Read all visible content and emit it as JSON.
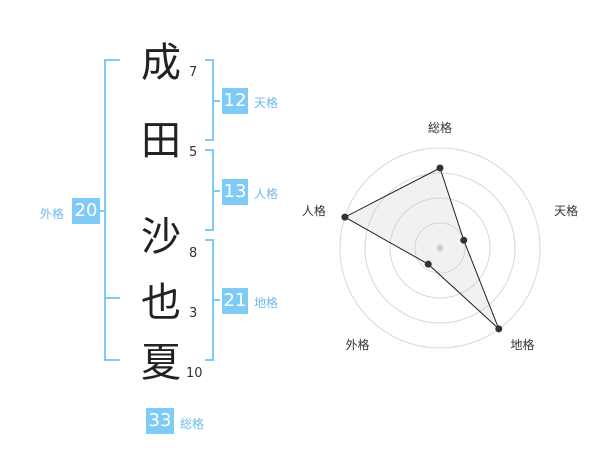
{
  "name": {
    "chars": [
      {
        "char": "成",
        "strokes": "7"
      },
      {
        "char": "田",
        "strokes": "5"
      },
      {
        "char": "沙",
        "strokes": "8"
      },
      {
        "char": "也",
        "strokes": "3"
      },
      {
        "char": "夏",
        "strokes": "10"
      }
    ]
  },
  "kakusu": {
    "tenkaku": {
      "value": "12",
      "label": "天格"
    },
    "jinkaku": {
      "value": "13",
      "label": "人格"
    },
    "chikaku": {
      "value": "21",
      "label": "地格"
    },
    "gaikaku": {
      "value": "20",
      "label": "外格"
    },
    "soukaku": {
      "value": "33",
      "label": "総格"
    }
  },
  "colors": {
    "accent": "#7ecbf6",
    "accent_text": "#6cbbe8",
    "bracket": "#7ecbf6"
  },
  "chart_data": {
    "type": "radar",
    "axes": [
      "総格",
      "天格",
      "地格",
      "外格",
      "人格"
    ],
    "values": [
      0.8,
      0.25,
      1.0,
      0.2,
      1.0
    ],
    "range": [
      0,
      1
    ],
    "rings": 4
  }
}
